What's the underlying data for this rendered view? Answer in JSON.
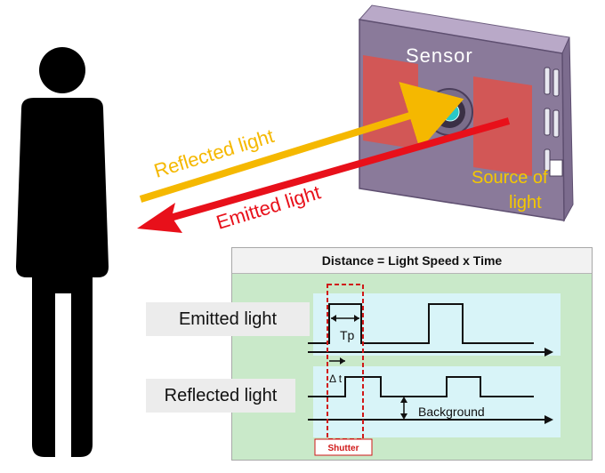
{
  "sensor": {
    "label": "Sensor",
    "source_label_line1": "Source of",
    "source_label_line2": "light"
  },
  "arrows": {
    "reflected_label": "Reflected light",
    "emitted_label": "Emitted light",
    "reflected_color": "#f5b800",
    "emitted_color": "#e8101a"
  },
  "timing": {
    "title": "Distance = Light Speed x Time",
    "emitted_row_label": "Emitted  light",
    "reflected_row_label": "Reflected  light",
    "pulse_width_label": "Tp",
    "delay_label": "Δ t",
    "background_label": "Background",
    "shutter_label": "Shutter",
    "shutter_color": "#d01818"
  },
  "colors": {
    "person": "#000000",
    "sensor_body": "#8a7a9a",
    "emitter_pad": "#d9534f",
    "lens": "#28c8c8",
    "timing_panel_bg": "#c9e9c9",
    "timing_plot_bg": "#d8f4f8"
  }
}
